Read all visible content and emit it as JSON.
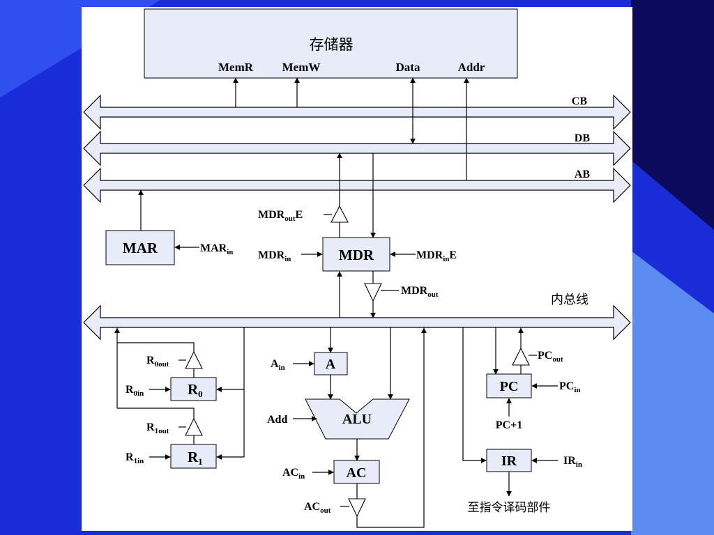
{
  "memory": {
    "title": "存储器",
    "ports": {
      "memr": "MemR",
      "memw": "MemW",
      "data": "Data",
      "addr": "Addr"
    }
  },
  "buses": {
    "cb": "CB",
    "db": "DB",
    "ab": "AB",
    "internal": "内总线"
  },
  "mar": {
    "label": "MAR",
    "ctrl_in": {
      "base": "MAR",
      "sub": "in"
    }
  },
  "mdr": {
    "label": "MDR",
    "out_e": {
      "base": "MDR",
      "sub": "out",
      "suffix": "E"
    },
    "in": {
      "base": "MDR",
      "sub": "in"
    },
    "in_e": {
      "base": "MDR",
      "sub": "in",
      "suffix": "E"
    },
    "out": {
      "base": "MDR",
      "sub": "out"
    }
  },
  "registers": {
    "r0": {
      "base": "R",
      "sub": "0"
    },
    "r0_out": {
      "base": "R",
      "sub": "0out"
    },
    "r0_in": {
      "base": "R",
      "sub": "0in"
    },
    "r1": {
      "base": "R",
      "sub": "1"
    },
    "r1_out": {
      "base": "R",
      "sub": "1out"
    },
    "r1_in": {
      "base": "R",
      "sub": "1in"
    }
  },
  "alu_unit": {
    "a": {
      "label": "A",
      "in": {
        "base": "A",
        "sub": "in"
      }
    },
    "alu": {
      "label": "ALU",
      "add": "Add"
    },
    "ac": {
      "label": "AC",
      "in": {
        "base": "AC",
        "sub": "in"
      },
      "out": {
        "base": "AC",
        "sub": "out"
      }
    }
  },
  "pc": {
    "label": "PC",
    "out": {
      "base": "PC",
      "sub": "out"
    },
    "in": {
      "base": "PC",
      "sub": "in"
    },
    "inc": "PC+1"
  },
  "ir": {
    "label": "IR",
    "in": {
      "base": "IR",
      "sub": "in"
    },
    "to_decoder": "至指令译码部件"
  },
  "colors": {
    "slide_bg": "#1a2bd8",
    "panel": "#ffffff",
    "box_fill": "#e8ecf8",
    "accent_light": "#5b8cf0",
    "accent_dark": "#0b0b5e"
  }
}
